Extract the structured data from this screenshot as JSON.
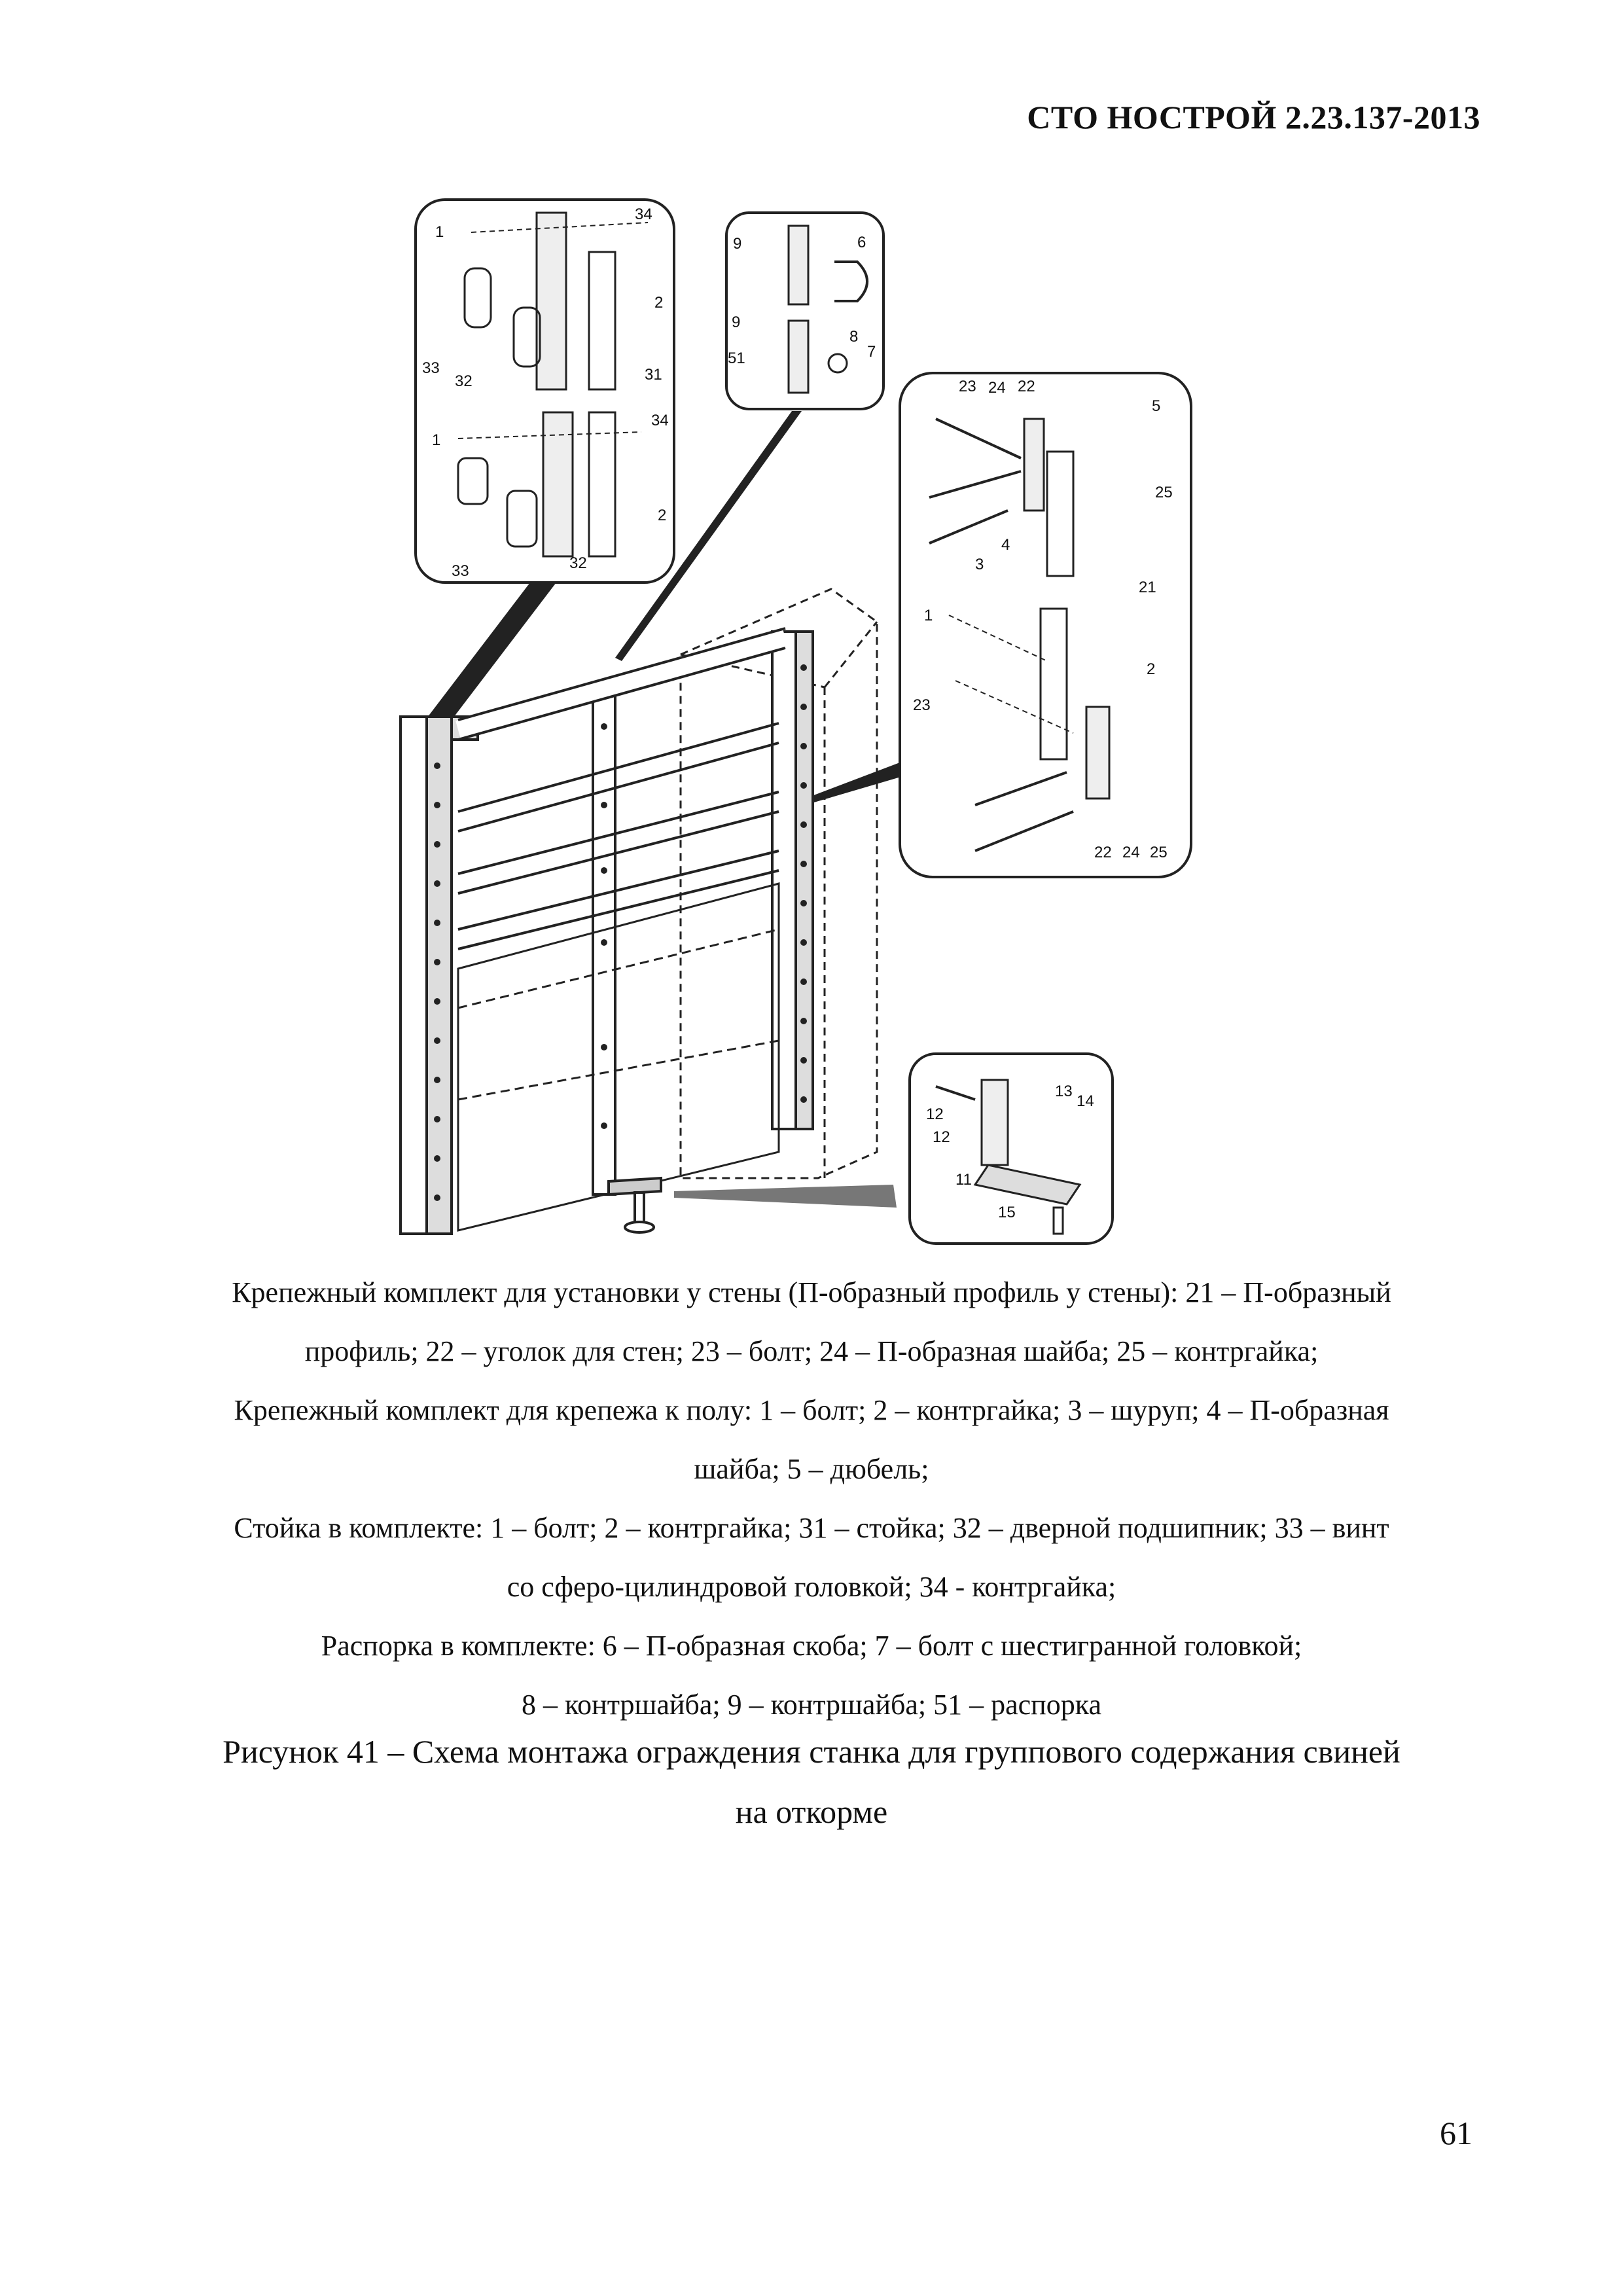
{
  "header": {
    "standard": "СТО НОСТРОЙ 2.23.137-2013"
  },
  "figure": {
    "callouts_a": [
      "1",
      "34",
      "2",
      "33",
      "32",
      "31",
      "1",
      "34",
      "2",
      "33",
      "32"
    ],
    "callouts_b": [
      "9",
      "6",
      "9",
      "51",
      "8",
      "7"
    ],
    "callouts_c": [
      "23",
      "24",
      "22",
      "5",
      "25",
      "3",
      "4",
      "21",
      "1",
      "2",
      "23",
      "22",
      "24",
      "25"
    ],
    "callouts_d": [
      "13",
      "12",
      "12",
      "14",
      "11",
      "15"
    ]
  },
  "caption": {
    "line1": "Крепежный комплект для установки у стены (П-образный профиль у стены): 21 – П-образный",
    "line2": "профиль; 22 – уголок для стен; 23 – болт; 24 – П-образная шайба; 25 – контргайка;",
    "line3": "Крепежный комплект для крепежа к полу: 1 – болт; 2 – контргайка; 3 – шуруп; 4 – П-образная",
    "line4": "шайба; 5 – дюбель;",
    "line5": "Стойка в комплекте: 1 – болт; 2 – контргайка; 31 – стойка; 32 – дверной подшипник; 33 – винт",
    "line6": "со сферо-цилиндровой головкой; 34 - контргайка;",
    "line7": "Распорка в комплекте: 6 – П-образная скоба; 7 – болт с шестигранной головкой;",
    "line8": "8 – контршайба; 9 – контршайба; 51 – распорка"
  },
  "figure_title": {
    "line1": "Рисунок 41 – Схема монтажа ограждения станка для группового содержания свиней",
    "line2": "на откорме"
  },
  "page_number": "61"
}
